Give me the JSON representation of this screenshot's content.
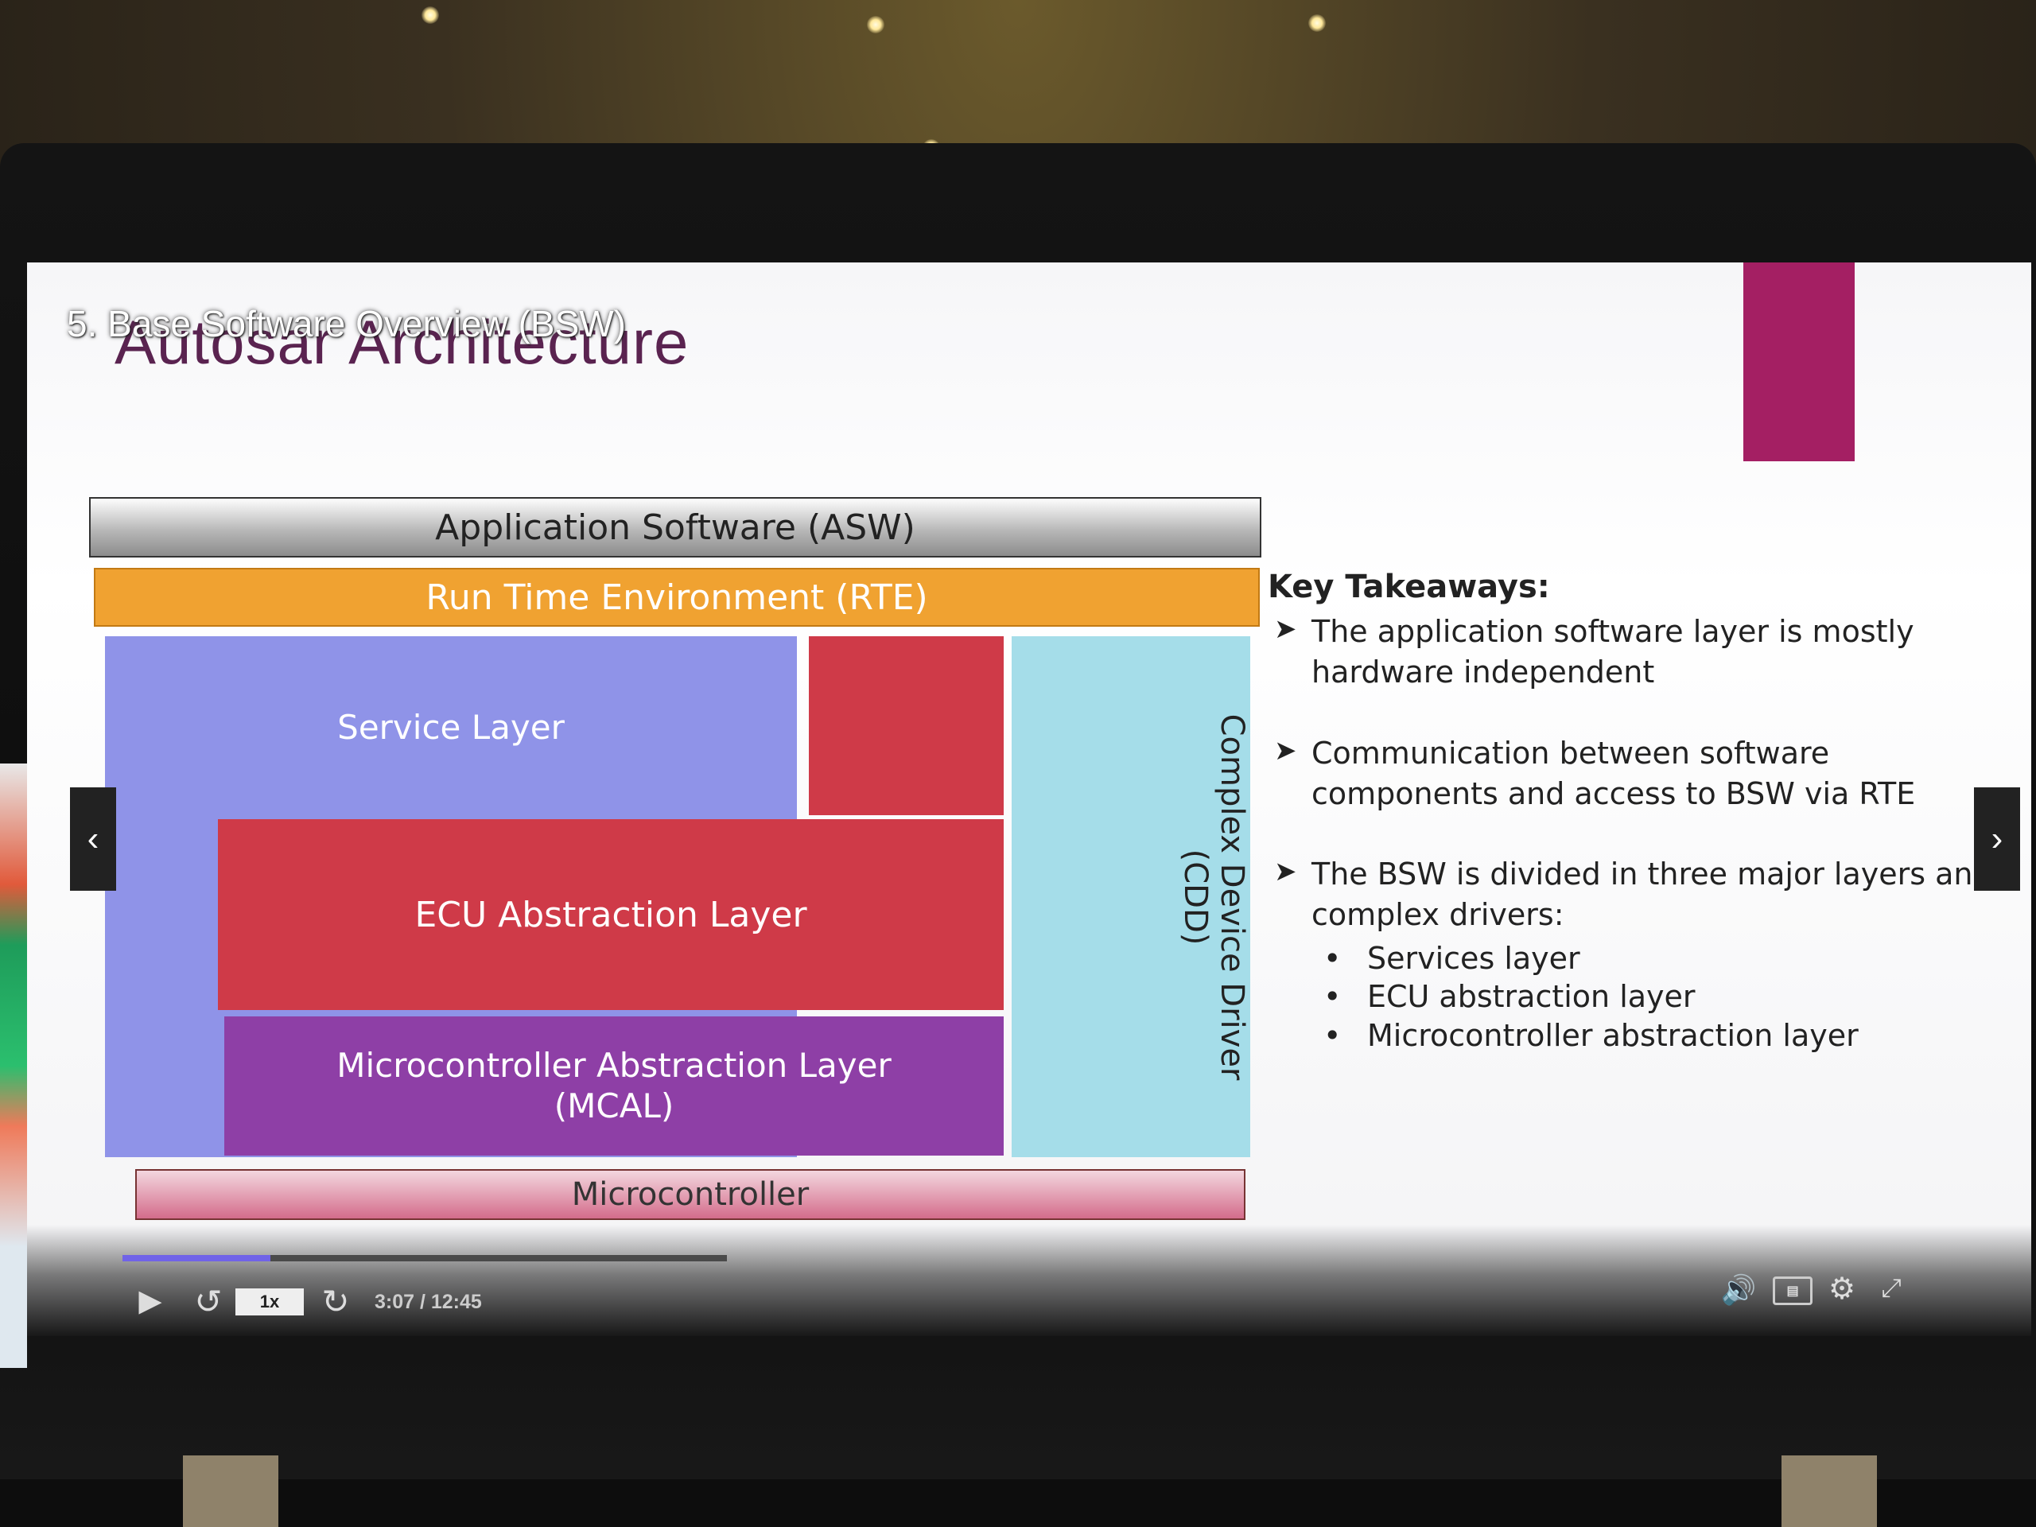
{
  "slide": {
    "breadcrumb_title": "5. Base Software Overview (BSW)",
    "title": "Autosar Architecture",
    "accent_color": "#a41f63"
  },
  "diagram": {
    "asw": "Application Software (ASW)",
    "rte": "Run Time Environment (RTE)",
    "service_layer": "Service Layer",
    "ecu_layer": "ECU Abstraction Layer",
    "mcal_line1": "Microcontroller Abstraction Layer",
    "mcal_line2": "(MCAL)",
    "cdd_line1": "Complex Device Driver",
    "cdd_line2": "(CDD)",
    "microcontroller": "Microcontroller"
  },
  "takeaways": {
    "heading": "Key Takeaways:",
    "items": [
      "The application software layer is mostly hardware independent",
      "Communication between software components and access to BSW via RTE",
      "The BSW is divided in three major layers and complex drivers:"
    ],
    "sub_items": [
      "Services layer",
      "ECU abstraction layer",
      "Microcontroller abstraction layer"
    ]
  },
  "player": {
    "speed": "1x",
    "time": "3:07 / 12:45",
    "progress": 0.245,
    "progress_color": "#7063e8",
    "icons": {
      "play": "play-icon",
      "rewind": "rewind-icon",
      "forward": "forward-icon",
      "volume": "volume-icon",
      "captions": "captions-icon",
      "settings": "gear-icon",
      "fullscreen": "exit-fullscreen-icon",
      "prev": "chevron-left-icon",
      "next": "chevron-right-icon"
    }
  }
}
